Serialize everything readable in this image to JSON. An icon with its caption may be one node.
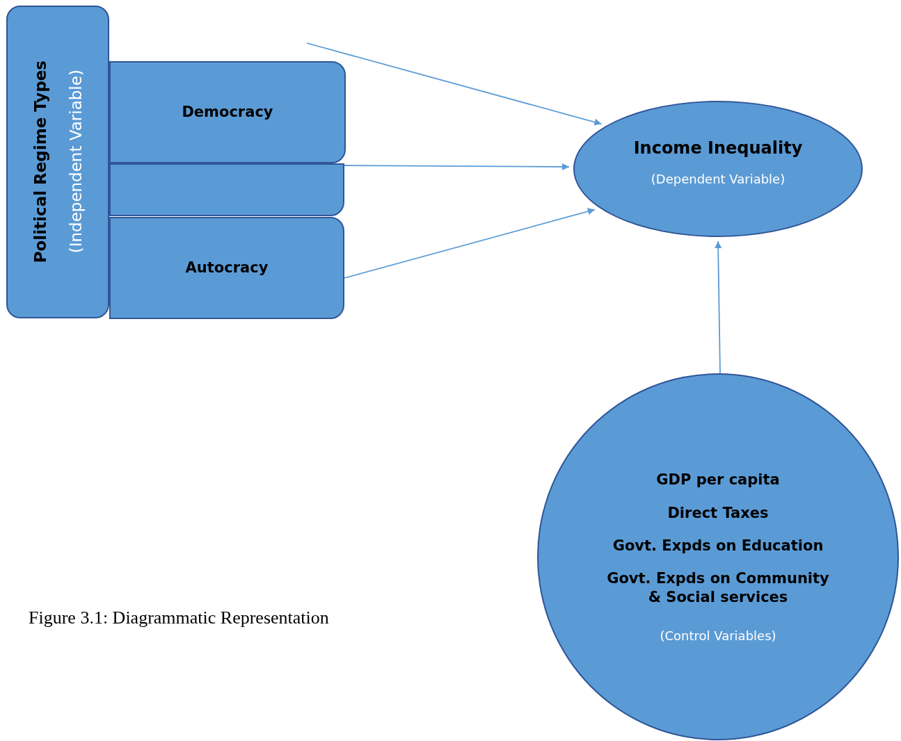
{
  "diagram": {
    "caption": "Figure 3.1: Diagrammatic Representation",
    "nodes": [
      {
        "text": [
          "Political Regime Types",
          "(Independent Variable)"
        ]
      },
      {
        "text": [
          "Democracy"
        ]
      },
      {
        "text": [],
        "shape": "box"
      },
      {
        "text": [
          "Autocracy"
        ]
      },
      {
        "text": [
          "Income Inequality",
          "(Dependent Variable)"
        ]
      },
      {
        "text": [
          "GDP per capita",
          "Direct Taxes",
          "Govt. Expds on Education",
          "Govt. Expds on Community & Social services",
          "(Control Variables)"
        ]
      }
    ],
    "edges": [
      {
        "from": null,
        "to": 4,
        "arrow": "to"
      },
      {
        "from": 2,
        "to": 4,
        "arrow": "to"
      },
      {
        "from": 3,
        "to": 4,
        "arrow": "to"
      },
      {
        "from": 5,
        "to": 4,
        "arrow": "to"
      }
    ]
  }
}
